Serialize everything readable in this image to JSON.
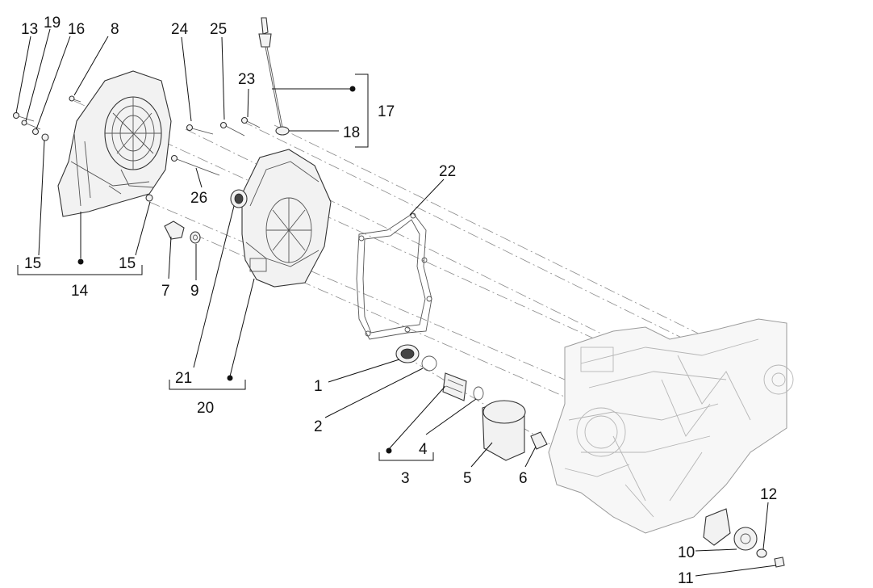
{
  "callouts": [
    {
      "id": "c13",
      "text": "13"
    },
    {
      "id": "c19",
      "text": "19"
    },
    {
      "id": "c16",
      "text": "16"
    },
    {
      "id": "c8",
      "text": "8"
    },
    {
      "id": "c24",
      "text": "24"
    },
    {
      "id": "c25",
      "text": "25"
    },
    {
      "id": "c23",
      "text": "23"
    },
    {
      "id": "c17",
      "text": "17"
    },
    {
      "id": "c18",
      "text": "18"
    },
    {
      "id": "c22",
      "text": "22"
    },
    {
      "id": "c26",
      "text": "26"
    },
    {
      "id": "c15a",
      "text": "15"
    },
    {
      "id": "c15b",
      "text": "15"
    },
    {
      "id": "c14",
      "text": "14"
    },
    {
      "id": "c7",
      "text": "7"
    },
    {
      "id": "c9",
      "text": "9"
    },
    {
      "id": "c21",
      "text": "21"
    },
    {
      "id": "c20",
      "text": "20"
    },
    {
      "id": "c1",
      "text": "1"
    },
    {
      "id": "c2",
      "text": "2"
    },
    {
      "id": "c3",
      "text": "3"
    },
    {
      "id": "c4",
      "text": "4"
    },
    {
      "id": "c5",
      "text": "5"
    },
    {
      "id": "c6",
      "text": "6"
    },
    {
      "id": "c12",
      "text": "12"
    },
    {
      "id": "c10",
      "text": "10"
    },
    {
      "id": "c11",
      "text": "11"
    }
  ],
  "colors": {
    "line": "#111111",
    "part_fill": "#f2f2f2",
    "ghost_part": "#b5b5b5"
  }
}
